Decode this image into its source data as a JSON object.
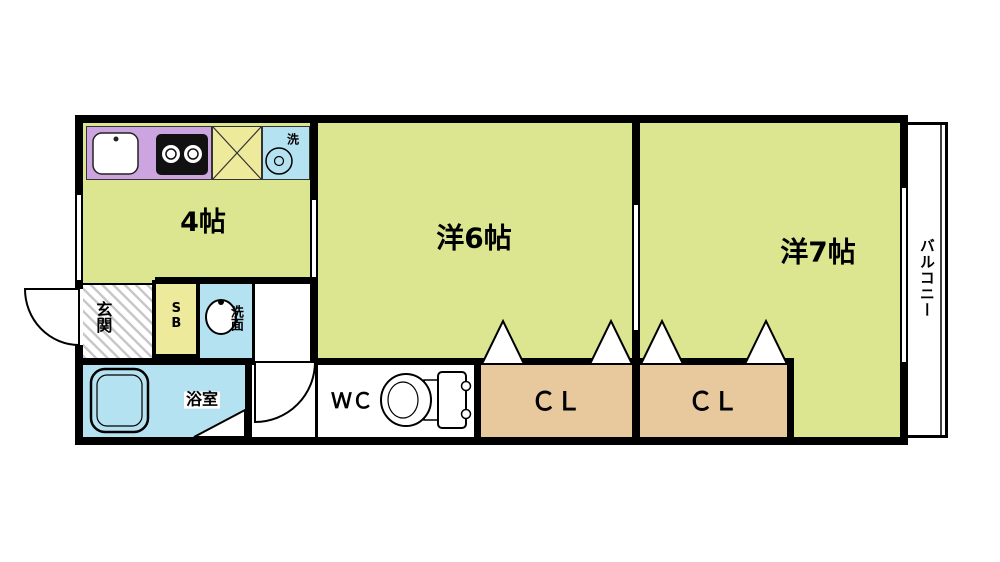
{
  "floorplan": {
    "labels": {
      "dining": "4帖",
      "west6": "洋6帖",
      "west7": "洋7帖",
      "closet1": "ＣＬ",
      "closet2": "ＣＬ",
      "wc": "ＷＣ",
      "bath": "浴室",
      "entry": "玄関",
      "shoebox": "SB",
      "washstand": "洗面",
      "laundry": "洗",
      "balcony": "バルコニー"
    },
    "colors": {
      "floor": "#dce58f",
      "water_area": "#b5e2f1",
      "kitchen_counter": "#cba4e0",
      "closet": "#e8c89d",
      "yellow_box": "#eeea9b",
      "wall": "#000000",
      "hatch": "#c8c8c8"
    }
  }
}
